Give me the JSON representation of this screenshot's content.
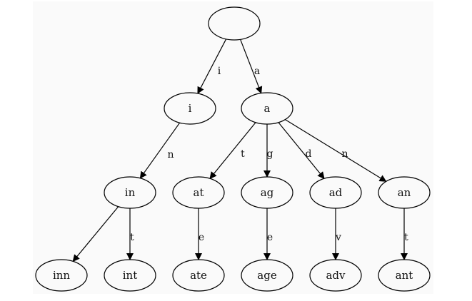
{
  "nodes": [
    {
      "id": "root",
      "label": ""
    },
    {
      "id": "i",
      "label": "i"
    },
    {
      "id": "a",
      "label": "a"
    },
    {
      "id": "in",
      "label": "in"
    },
    {
      "id": "at",
      "label": "at"
    },
    {
      "id": "ag",
      "label": "ag"
    },
    {
      "id": "ad",
      "label": "ad"
    },
    {
      "id": "an",
      "label": "an"
    },
    {
      "id": "inn",
      "label": "inn"
    },
    {
      "id": "int",
      "label": "int"
    },
    {
      "id": "ate",
      "label": "ate"
    },
    {
      "id": "age",
      "label": "age"
    },
    {
      "id": "adv",
      "label": "adv"
    },
    {
      "id": "ant",
      "label": "ant"
    }
  ],
  "edges": [
    {
      "from": "root",
      "to": "i",
      "label": "i"
    },
    {
      "from": "root",
      "to": "a",
      "label": "a"
    },
    {
      "from": "i",
      "to": "in",
      "label": "n"
    },
    {
      "from": "a",
      "to": "at",
      "label": "t"
    },
    {
      "from": "a",
      "to": "ag",
      "label": "g"
    },
    {
      "from": "a",
      "to": "ad",
      "label": "d"
    },
    {
      "from": "a",
      "to": "an",
      "label": "n"
    },
    {
      "from": "in",
      "to": "inn",
      "label": ""
    },
    {
      "from": "in",
      "to": "int",
      "label": "t"
    },
    {
      "from": "at",
      "to": "ate",
      "label": "e"
    },
    {
      "from": "ag",
      "to": "age",
      "label": "e"
    },
    {
      "from": "ad",
      "to": "adv",
      "label": "v"
    },
    {
      "from": "an",
      "to": "ant",
      "label": "t"
    }
  ]
}
